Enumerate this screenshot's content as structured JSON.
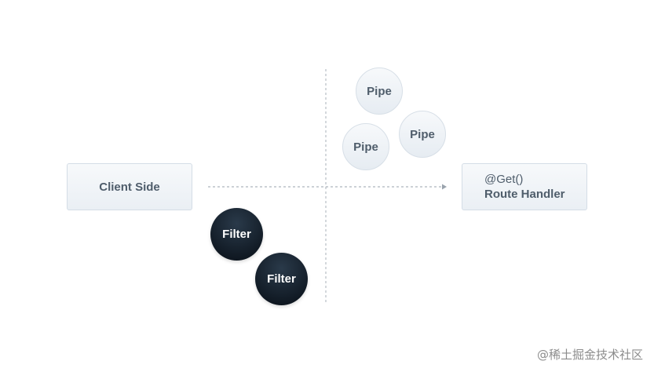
{
  "client": {
    "label": "Client Side"
  },
  "handler": {
    "line1": "@Get()",
    "line2": "Route Handler"
  },
  "pipes": [
    {
      "label": "Pipe"
    },
    {
      "label": "Pipe"
    },
    {
      "label": "Pipe"
    }
  ],
  "filters": [
    {
      "label": "Filter"
    },
    {
      "label": "Filter"
    }
  ],
  "watermark": "@稀土掘金技术社区",
  "colors": {
    "box_border": "#d4dde6",
    "box_text": "#4f5d6b",
    "filter_fill": "#101923",
    "line": "#9aa3ad"
  }
}
